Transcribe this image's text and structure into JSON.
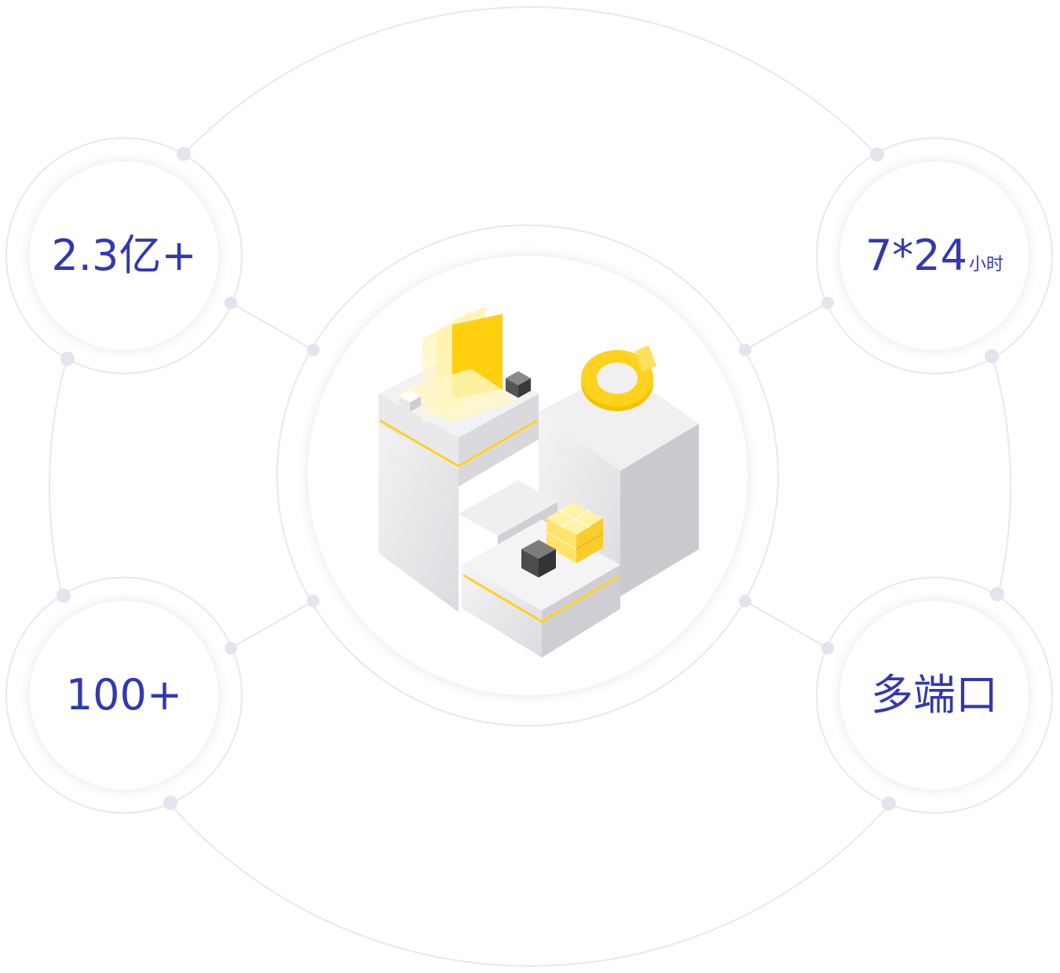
{
  "stats": {
    "top_left": {
      "value": "2.3亿+",
      "unit": ""
    },
    "top_right": {
      "value": "7*24",
      "unit": "小时"
    },
    "bottom_left": {
      "value": "100+",
      "unit": ""
    },
    "bottom_right": {
      "value": "多端口",
      "unit": ""
    }
  },
  "colors": {
    "accent_text": "#3338b0",
    "ring_line": "#e6e7ec",
    "node_dot": "#e3e6ee",
    "cube_light": "#f1f1f4",
    "cube_mid": "#dedee2",
    "cube_dark": "#c9c9cd",
    "highlight_yellow": "#ffd21e",
    "dark_cube": "#4a4a4a"
  },
  "illustration": {
    "name": "isometric-platform-cubes",
    "icons": [
      "screen-panel-icon",
      "ring-chart-icon",
      "cube-cluster-icon"
    ]
  }
}
